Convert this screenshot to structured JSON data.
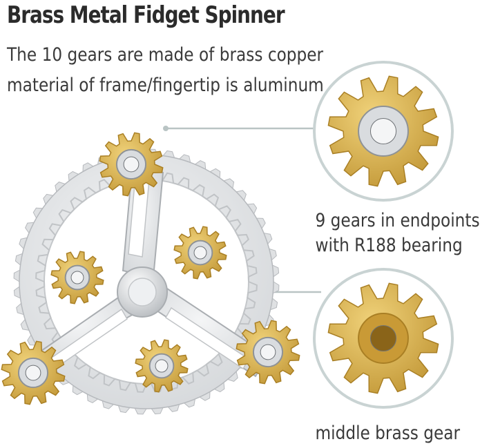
{
  "title": "Brass Metal Fidget Spinner",
  "subtitle_line1": "The 10 gears are made of brass copper",
  "subtitle_line2": "material of frame/fingertip is aluminum",
  "callouts": [
    {
      "line1": "9 gears in endpoints",
      "line2": "with R188 bearing"
    },
    {
      "line1": "middle brass gear"
    }
  ],
  "colors": {
    "brass": "#d9b24f",
    "brass_dark": "#a97f24",
    "aluminum": "#e3e5e7",
    "aluminum_dark": "#b6b9bd",
    "circle_ring": "#c9d3d3",
    "leader_line": "#b9c4c4"
  }
}
